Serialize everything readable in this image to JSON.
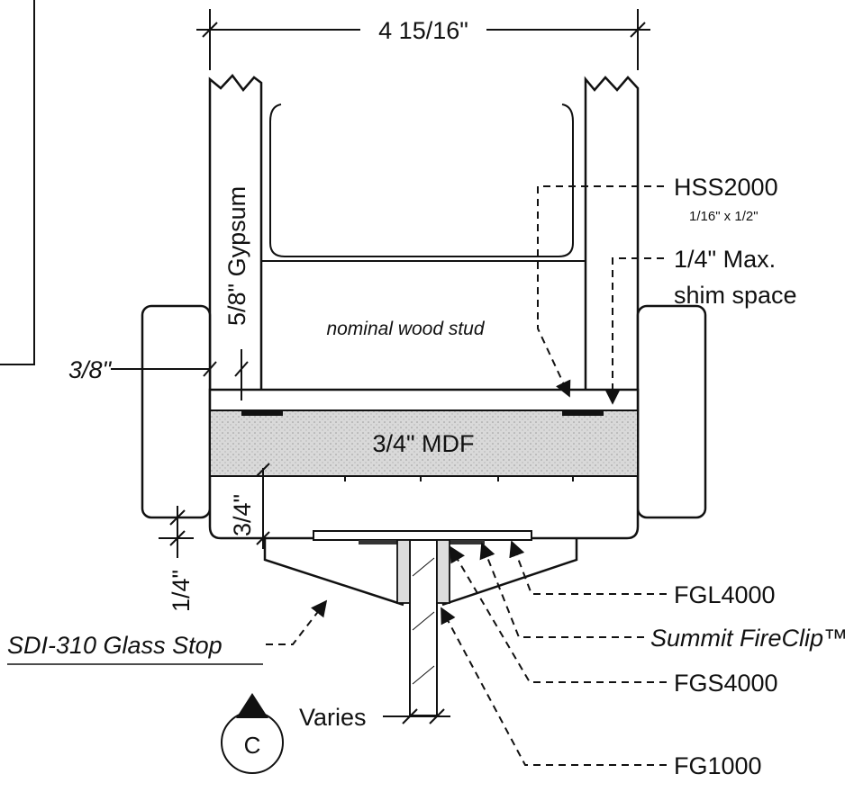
{
  "drawing": {
    "overall_width": "4 15/16\"",
    "gypsum_label": "5/8\" Gypsum",
    "stud_label": "nominal wood stud",
    "mdf_label": "3/4\"  MDF",
    "dim_3_8": "3/8\"",
    "dim_3_4": "3/4\"",
    "dim_1_4": "1/4\"",
    "varies": "Varies",
    "section_marker": "C",
    "callouts": {
      "hss_line1": "HSS2000",
      "hss_line2": "1/16\" x 1/2\"",
      "shim_line1": "1/4\"  Max.",
      "shim_line2": "shim space",
      "fgl": "FGL4000",
      "fireclip": "Summit FireClip™",
      "fgs": "FGS4000",
      "fg1": "FG1000",
      "glass_stop": "SDI-310 Glass Stop"
    }
  }
}
